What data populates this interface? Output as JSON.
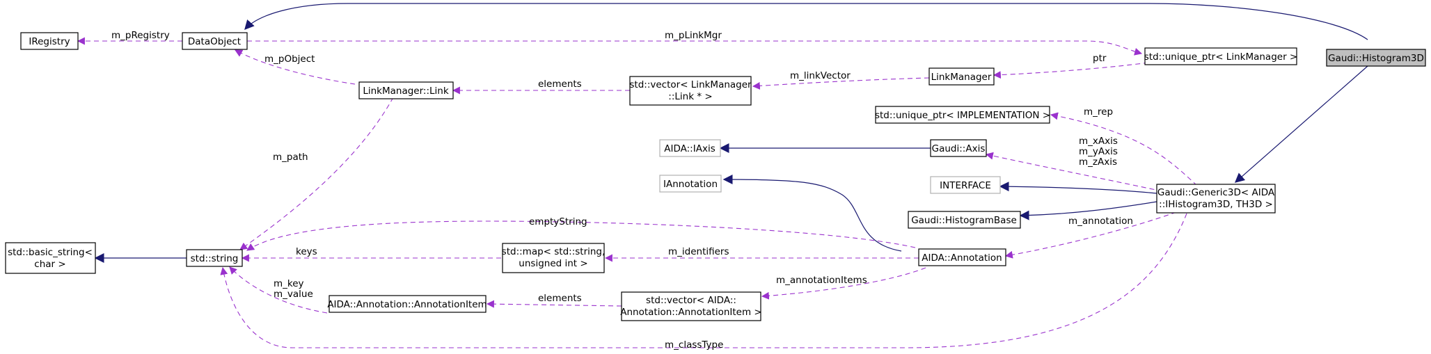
{
  "colors": {
    "inheritance_edge": "#191970",
    "usage_edge": "#9a32cd",
    "selected_node_fill": "#bfbfbf",
    "external_node_border": "#b0b0b0"
  },
  "nodes": {
    "histogram3d": "Gaudi::Histogram3D",
    "data_object": "DataObject",
    "iregistry": "IRegistry",
    "unique_ptr_link_manager": "std::unique_ptr< LinkManager >",
    "link_manager": "LinkManager",
    "vector_link_line1": "std::vector< LinkManager",
    "vector_link_line2": "::Link * >",
    "link_manager_link": "LinkManager::Link",
    "unique_ptr_impl": "std::unique_ptr< IMPLEMENTATION >",
    "aida_iaxis": "AIDA::IAxis",
    "gaudi_axis": "Gaudi::Axis",
    "iannotation": "IAnnotation",
    "interface": "INTERFACE",
    "generic3d_line1": "Gaudi::Generic3D< AIDA",
    "generic3d_line2": "::IHistogram3D, TH3D >",
    "histogram_base": "Gaudi::HistogramBase",
    "basic_string_line1": "std::basic_string<",
    "basic_string_line2": "char >",
    "std_string": "std::string",
    "std_map_line1": "std::map< std::string,",
    "std_map_line2": "unsigned int >",
    "aida_annotation": "AIDA::Annotation",
    "annotation_item": "AIDA::Annotation::AnnotationItem",
    "vector_annotation_line1": "std::vector< AIDA::",
    "vector_annotation_line2": "Annotation::AnnotationItem >"
  },
  "edge_labels": {
    "m_pRegistry": "m_pRegistry",
    "m_pLinkMgr": "m_pLinkMgr",
    "ptr": "ptr",
    "m_pObject": "m_pObject",
    "m_linkVector": "m_linkVector",
    "elements_link": "elements",
    "m_rep": "m_rep",
    "m_xAxis": "m_xAxis",
    "m_yAxis": "m_yAxis",
    "m_zAxis": "m_zAxis",
    "m_path": "m_path",
    "emptyString": "emptyString",
    "m_annotation": "m_annotation",
    "keys": "keys",
    "m_identifiers": "m_identifiers",
    "m_annotationItems": "m_annotationItems",
    "m_key": "m_key",
    "m_value": "m_value",
    "elements_annotation": "elements",
    "m_classType": "m_classType"
  }
}
